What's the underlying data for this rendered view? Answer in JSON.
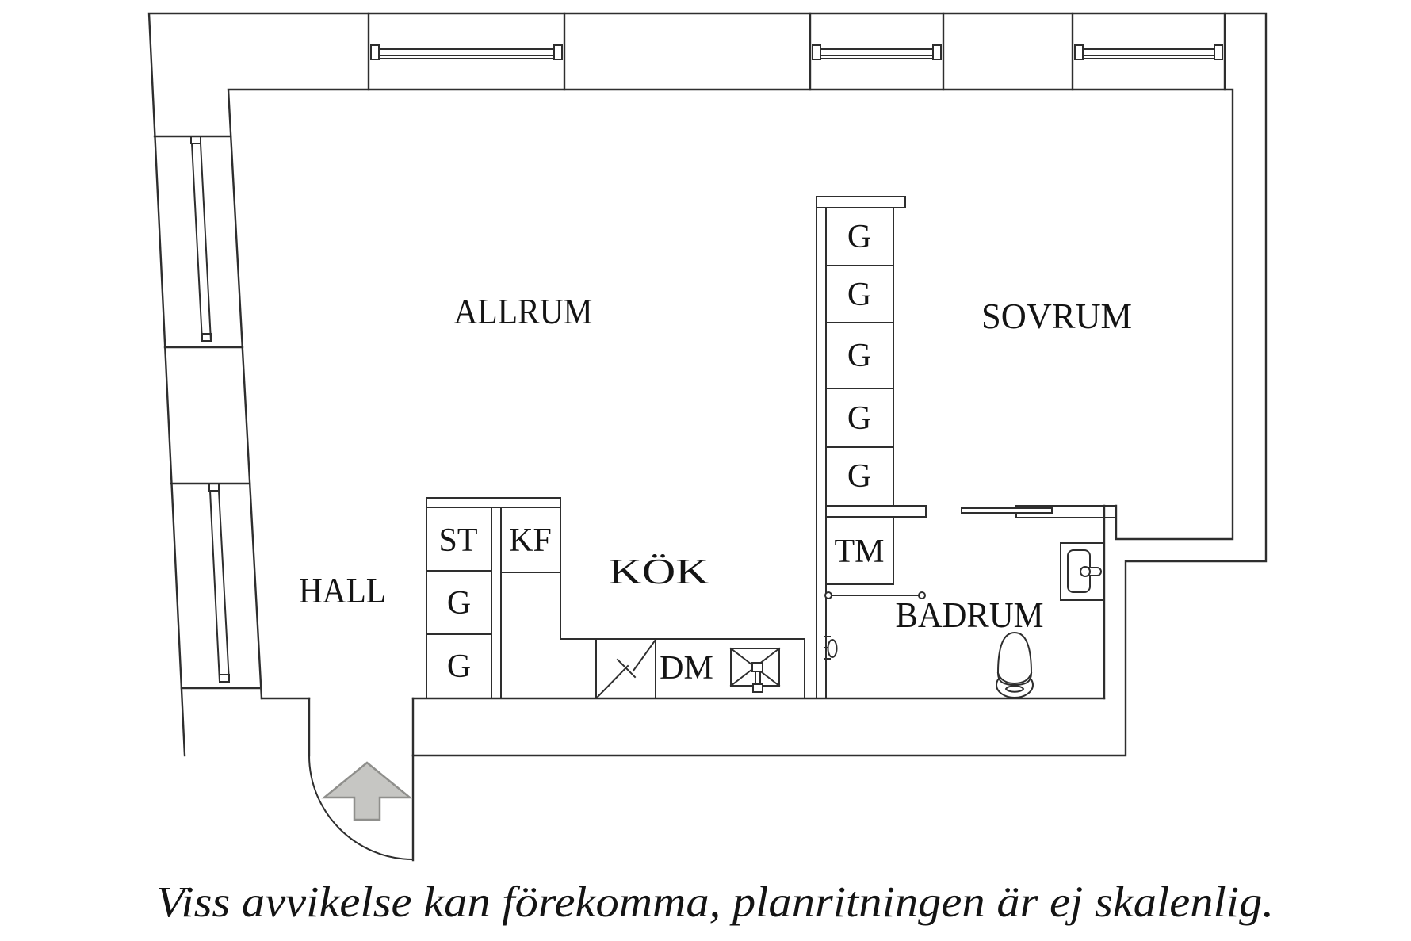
{
  "page": {
    "background": "#ffffff",
    "line_color": "#2e2e2e",
    "text_color": "#141414"
  },
  "rooms": {
    "allrum": "ALLRUM",
    "sovrum": "SOVRUM",
    "hall": "HALL",
    "kok": "KÖK",
    "badrum": "BADRUM"
  },
  "fixtures": {
    "st": "ST",
    "kf": "KF",
    "g": "G",
    "tm": "TM",
    "dm": "DM"
  },
  "entrance_arrow": {
    "fill": "#c6c6c3",
    "stroke": "#8f8f8c"
  },
  "caption": "Viss avvikelse kan förekomma, planritningen är ej skalenlig."
}
